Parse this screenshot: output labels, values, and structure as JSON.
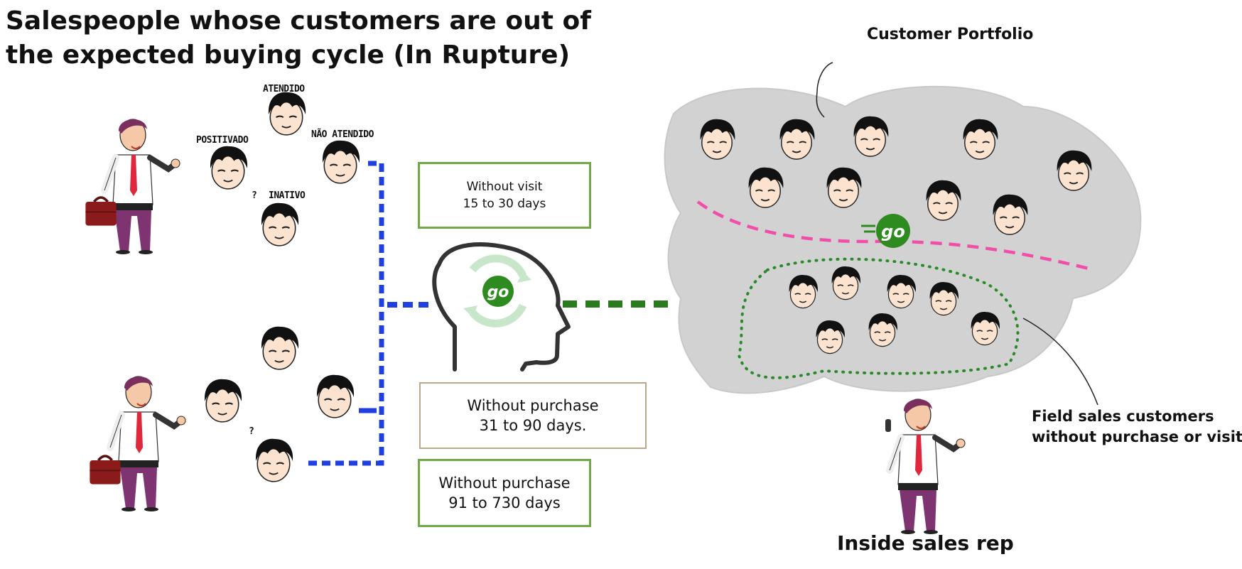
{
  "title": {
    "line1": "Salespeople whose customers are out of",
    "line2": "the expected buying  cycle (In Rupture)"
  },
  "status_labels": {
    "attended": "ATENDIDO",
    "positivated": "POSITIVADO",
    "not_attended": "NÃO ATENDIDO",
    "inactive": "INATIVO"
  },
  "question_marks": "?",
  "boxes": {
    "no_visit": {
      "line1": "Without visit",
      "line2": "15 to 30 days"
    },
    "no_purchase_short": {
      "line1": "Without purchase",
      "line2": "31 to 90 days."
    },
    "no_purchase_long": {
      "line1": "Without purchase",
      "line2": "91 to 730 days"
    }
  },
  "logo_text": "go",
  "portfolio_label": "Customer Portfolio",
  "field_label": {
    "line1": "Field sales customers",
    "line2": "without purchase or visit"
  },
  "inside_rep_label": "Inside sales rep",
  "colors": {
    "blue_connector": "#1f3fe0",
    "green_connector": "#2a7a1e",
    "pink_divider": "#f04ea8",
    "green_dotted": "#2a8a2a",
    "go_green": "#2e8b1f",
    "cloud_gray": "#d2d2d2",
    "box_green": "#6faa46",
    "box_tan": "#b9a98a"
  }
}
